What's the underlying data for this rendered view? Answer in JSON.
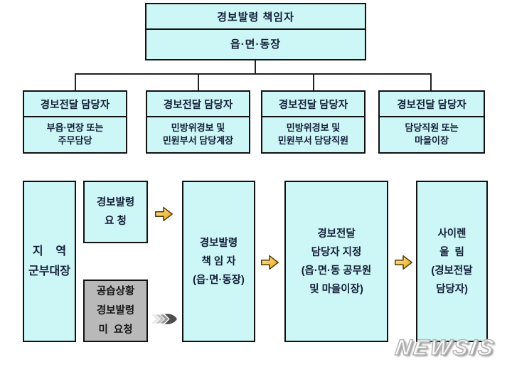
{
  "org_chart": {
    "root": {
      "title": "경보발령 책임자",
      "subtitle": "읍·면·동장"
    },
    "branches": [
      {
        "title": "경보전달 담당자",
        "detail": "부읍·면장 또는\n주무담당"
      },
      {
        "title": "경보전달 담당자",
        "detail": "민방위경보 및\n민원부서 담당계장"
      },
      {
        "title": "경보전달 담당자",
        "detail": "민방위경보 및\n민원부서 담당직원"
      },
      {
        "title": "경보전달 담당자",
        "detail": "담당직원 또는\n마을이장"
      }
    ]
  },
  "flow": {
    "source": "지    역\n군부대장",
    "request": "경보발령\n요 청",
    "no_request": "공습상황\n경보발령\n미  요청",
    "issuer": "경보발령\n책 임 자\n(읍·면·동장)",
    "designate": "경보전달\n담당자 지정\n(읍·면·동 공무원\n및 마을이장)",
    "siren": "사이렌\n울  림\n(경보전달\n담당자)"
  },
  "watermark": "NEWSIS",
  "colors": {
    "box_fill": "#cdf6f6",
    "gray_fill": "#b9b9b9",
    "arrow_yellow": "#f2ac20",
    "border": "#111111"
  }
}
